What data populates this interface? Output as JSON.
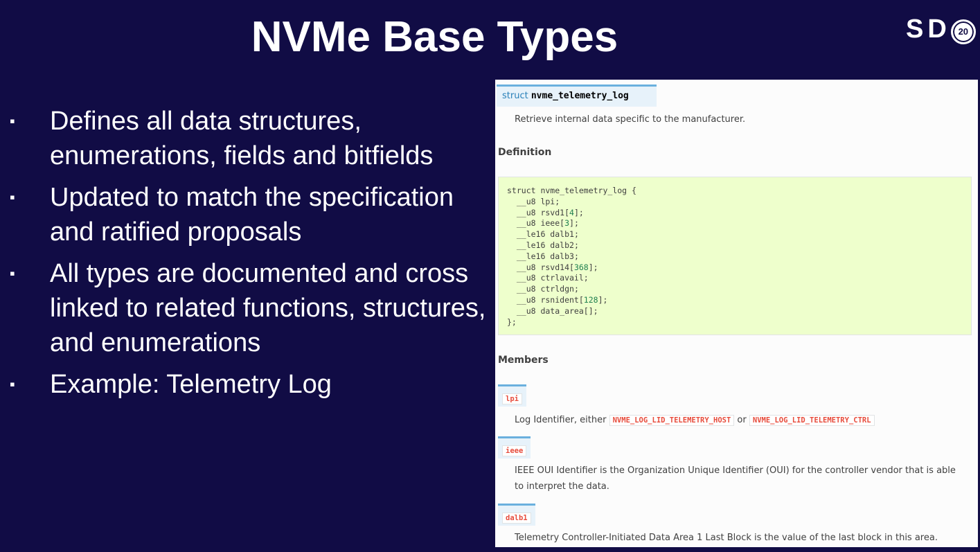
{
  "slide": {
    "title": "NVMe Base Types",
    "logo": {
      "text": "SD",
      "badge": "20"
    },
    "bullets": [
      "Defines all data structures, enumerations, fields and bitfields",
      "Updated to match the specification and ratified proposals",
      "All types are documented and cross linked to related functions, structures, and enumerations",
      "Example: Telemetry Log"
    ],
    "bullet_marker": "▪"
  },
  "doc": {
    "keyword": "struct",
    "name": "nvme_telemetry_log",
    "description": "Retrieve internal data specific to the manufacturer.",
    "definition_heading": "Definition",
    "code": {
      "open": "struct nvme_telemetry_log {",
      "fields": [
        {
          "type": "__u8",
          "name": "lpi",
          "size": null
        },
        {
          "type": "__u8",
          "name": "rsvd1",
          "size": "4"
        },
        {
          "type": "__u8",
          "name": "ieee",
          "size": "3"
        },
        {
          "type": "__le16",
          "name": "dalb1",
          "size": null
        },
        {
          "type": "__le16",
          "name": "dalb2",
          "size": null
        },
        {
          "type": "__le16",
          "name": "dalb3",
          "size": null
        },
        {
          "type": "__u8",
          "name": "rsvd14",
          "size": "368"
        },
        {
          "type": "__u8",
          "name": "ctrlavail",
          "size": null
        },
        {
          "type": "__u8",
          "name": "ctrldgn",
          "size": null
        },
        {
          "type": "__u8",
          "name": "rsnident",
          "size": "128"
        },
        {
          "type": "__u8",
          "name": "data_area",
          "size": ""
        }
      ],
      "close": "};"
    },
    "members_heading": "Members",
    "members": [
      {
        "name": "lpi",
        "text_before": "Log Identifier, either ",
        "lit1": "NVME_LOG_LID_TELEMETRY_HOST",
        "mid": " or ",
        "lit2": "NVME_LOG_LID_TELEMETRY_CTRL"
      },
      {
        "name": "ieee",
        "text": "IEEE OUI Identifier is the Organization Unique Identifier (OUI) for the controller vendor that is able to interpret the data."
      },
      {
        "name": "dalb1",
        "text": "Telemetry Controller-Initiated Data Area 1 Last Block is the value of the last block in this area."
      }
    ]
  }
}
